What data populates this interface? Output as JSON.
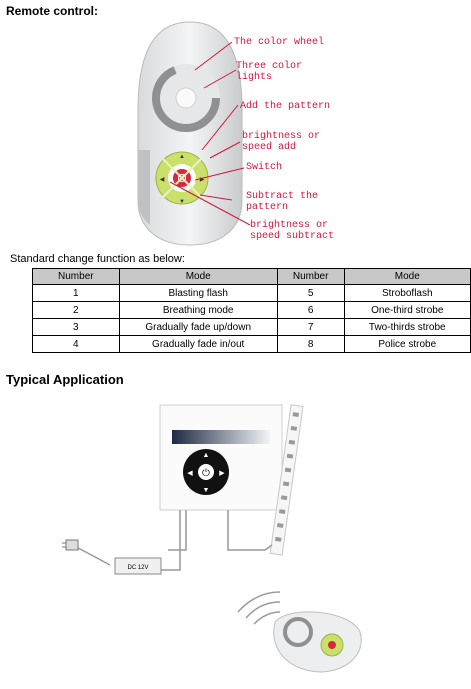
{
  "heading": "Remote control:",
  "callouts": {
    "color_wheel": "The color wheel",
    "three_color": [
      "Three color",
      "lights"
    ],
    "add_pattern": "Add the pattern",
    "brightness_add": [
      "brightness or",
      "speed  add"
    ],
    "switch": "Switch",
    "subtract_pattern": [
      "Subtract the",
      "pattern"
    ],
    "brightness_sub": [
      "brightness or",
      "speed subtract"
    ]
  },
  "intro": "Standard change function as below:",
  "table": {
    "headers": [
      "Number",
      "Mode",
      "Number",
      "Mode"
    ],
    "rows": [
      [
        "1",
        "Blasting flash",
        "5",
        "Stroboflash"
      ],
      [
        "2",
        "Breathing mode",
        "6",
        "One-third strobe"
      ],
      [
        "3",
        "Gradually fade up/down",
        "7",
        "Two-thirds strobe"
      ],
      [
        "4",
        "Gradually fade in/out",
        "8",
        "Police strobe"
      ]
    ]
  },
  "section2": "Typical Application",
  "power_label": "DC 12V",
  "colors": {
    "callout": "#d4163a",
    "button_green": "#c9e06a",
    "switch_red": "#d8283c",
    "header_gray": "#c8c8c8"
  }
}
